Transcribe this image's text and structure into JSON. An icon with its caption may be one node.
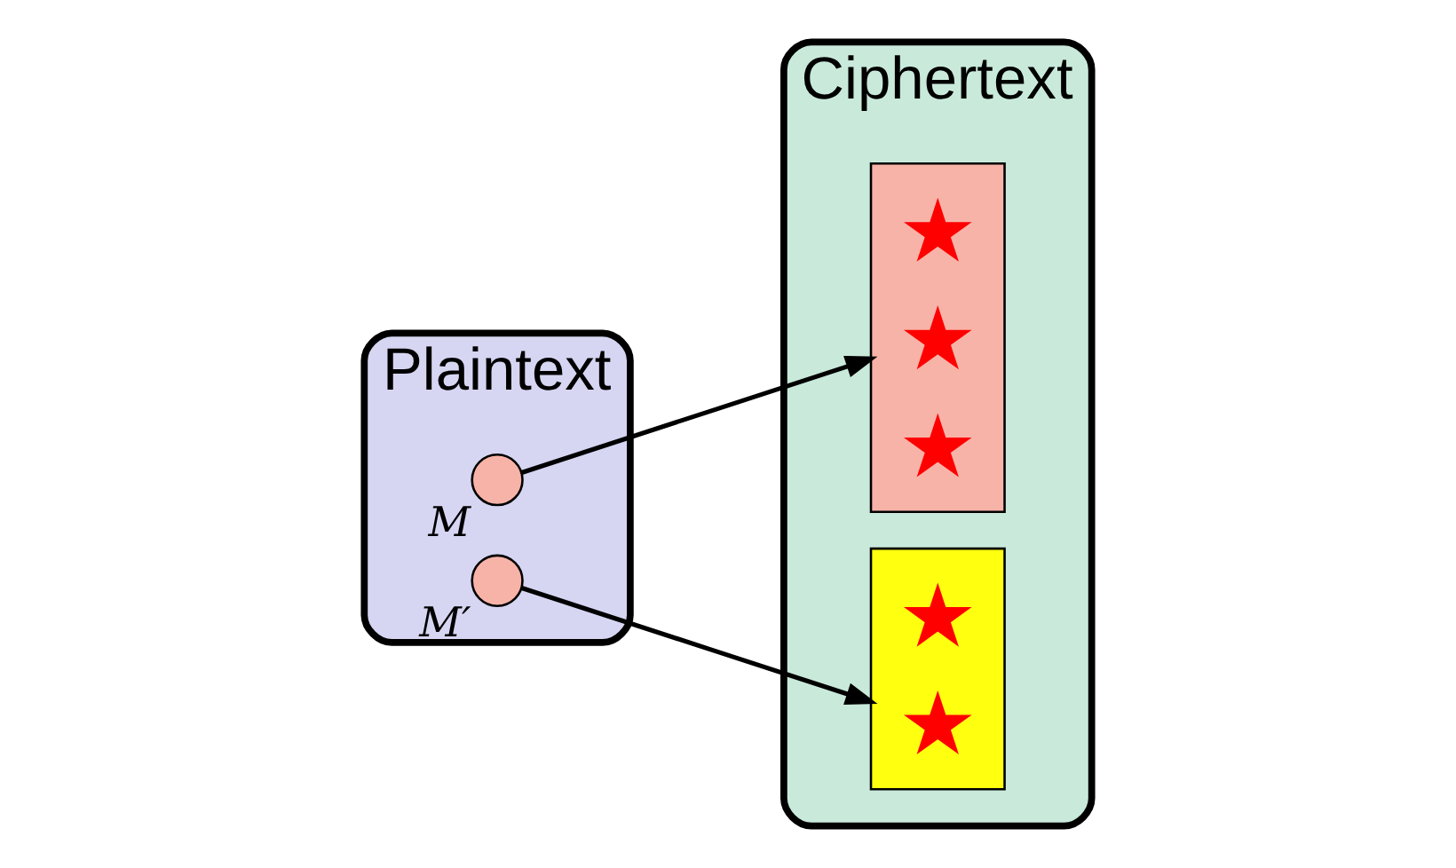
{
  "diagram": {
    "nodes": [
      {
        "text": [
          "Plaintext"
        ]
      },
      {
        "text": [],
        "shape": "circle",
        "beside": [
          "M"
        ],
        "in": 0
      },
      {
        "text": [],
        "shape": "circle",
        "beside": [
          "M′"
        ],
        "in": 0
      },
      {
        "text": [
          "Ciphertext"
        ]
      },
      {
        "text": [],
        "shape": "ellipse",
        "in": 3
      },
      {
        "text": [],
        "shape": "star",
        "in": 4
      },
      {
        "text": [],
        "shape": "star",
        "in": 4
      },
      {
        "text": [],
        "shape": "star",
        "in": 4
      },
      {
        "text": [],
        "shape": "ellipse",
        "in": 3
      },
      {
        "text": [],
        "shape": "star",
        "in": 8
      },
      {
        "text": [],
        "shape": "star",
        "in": 8
      }
    ],
    "edges": [
      {
        "from": 1,
        "to": 4,
        "arrow": "to"
      },
      {
        "from": 2,
        "to": 8,
        "arrow": "to"
      }
    ]
  }
}
